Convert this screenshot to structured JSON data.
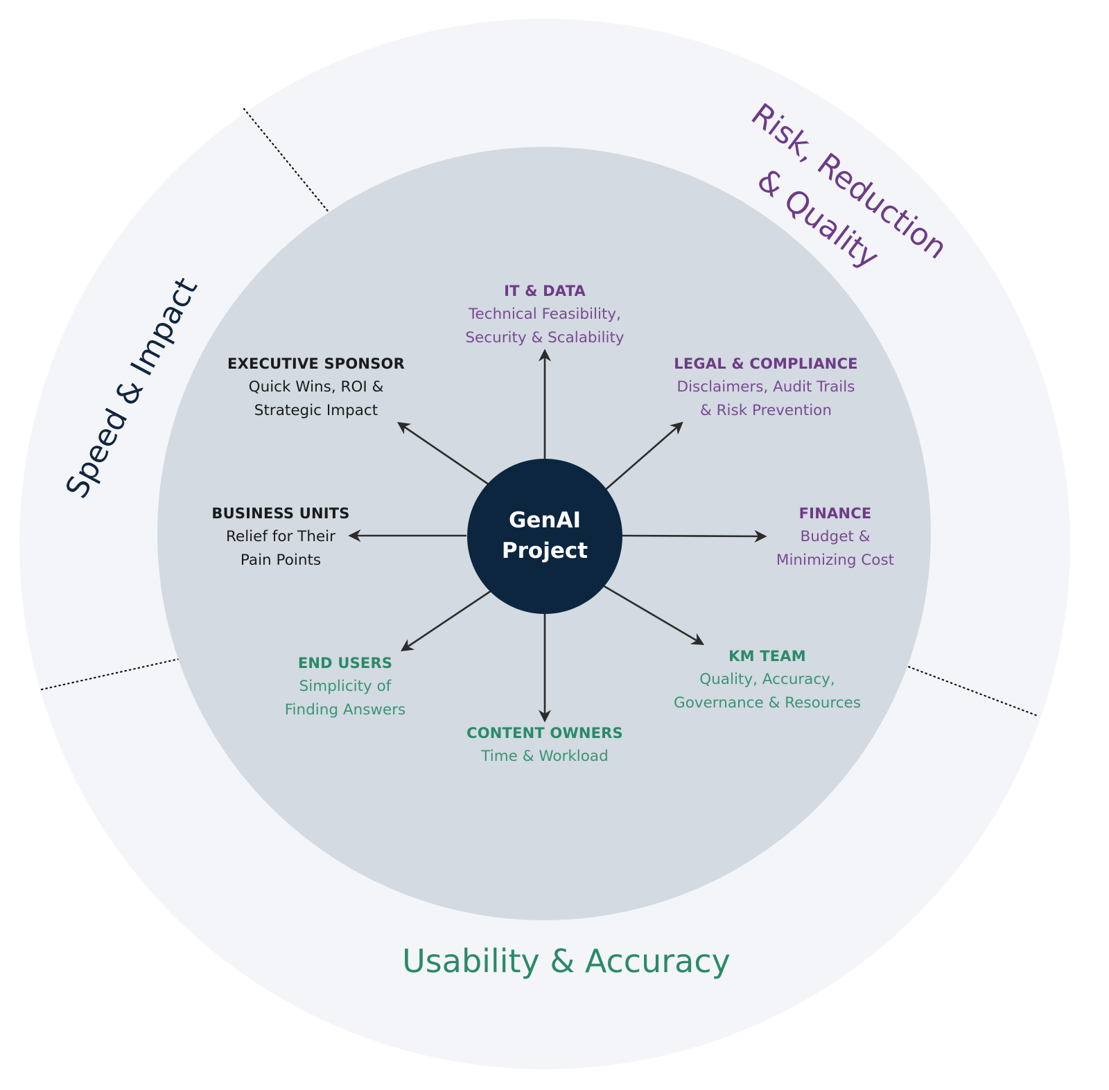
{
  "center": {
    "line1": "GenAI",
    "line2": "Project"
  },
  "zones": {
    "speed": {
      "label": "Speed & Impact",
      "color": "#10263f"
    },
    "risk": {
      "line1": "Risk, Reduction",
      "line2": "& Quality",
      "color": "#6e3a87"
    },
    "usability": {
      "label": "Usability & Accuracy",
      "color": "#2a8a68"
    }
  },
  "stakeholders": [
    {
      "id": "it-data",
      "title": "IT & DATA",
      "desc1": "Technical Feasibility,",
      "desc2": "Security & Scalability",
      "group": "risk"
    },
    {
      "id": "legal-compliance",
      "title": "LEGAL & COMPLIANCE",
      "desc1": "Disclaimers, Audit Trails",
      "desc2": "& Risk Prevention",
      "group": "risk"
    },
    {
      "id": "finance",
      "title": "FINANCE",
      "desc1": "Budget &",
      "desc2": "Minimizing Cost",
      "group": "risk"
    },
    {
      "id": "km-team",
      "title": "KM TEAM",
      "desc1": "Quality, Accuracy,",
      "desc2": "Governance & Resources",
      "group": "usability"
    },
    {
      "id": "content-owners",
      "title": "CONTENT OWNERS",
      "desc1": "Time & Workload",
      "desc2": "",
      "group": "usability"
    },
    {
      "id": "end-users",
      "title": "END USERS",
      "desc1": "Simplicity of",
      "desc2": "Finding Answers",
      "group": "usability"
    },
    {
      "id": "business-units",
      "title": "BUSINESS UNITS",
      "desc1": "Relief for Their",
      "desc2": "Pain Points",
      "group": "speed"
    },
    {
      "id": "executive-sponsor",
      "title": "EXECUTIVE SPONSOR",
      "desc1": "Quick Wins, ROI &",
      "desc2": "Strategic Impact",
      "group": "speed"
    }
  ],
  "colors": {
    "outer_ring": "#f4f5f8",
    "inner_circle": "#d3dae1",
    "center_node": "#0c2640",
    "arrow": "#2b2b2b",
    "divider": "#111111"
  }
}
